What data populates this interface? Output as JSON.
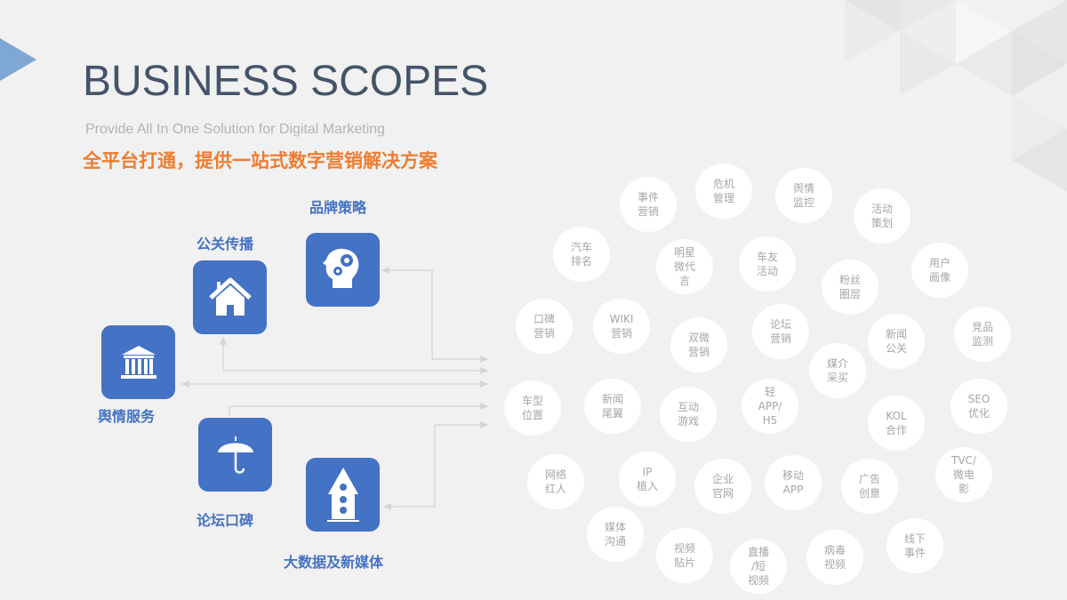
{
  "header": {
    "title": "BUSINESS SCOPES",
    "subtitle": "Provide All In One Solution for Digital Marketing",
    "tagline": "全平台打通，提供一站式数字营销解决方案"
  },
  "colors": {
    "accent": "#4472c4",
    "tagline": "#ee7d31",
    "title": "#44546a",
    "arrow": "#7fa7d4"
  },
  "services": [
    {
      "label": "舆情服务",
      "icon": "bank-icon"
    },
    {
      "label": "公关传播",
      "icon": "house-icon"
    },
    {
      "label": "品牌策略",
      "icon": "head-gears-icon"
    },
    {
      "label": "论坛口碑",
      "icon": "umbrella-icon"
    },
    {
      "label": "大数据及新媒体",
      "icon": "birdhouse-icon"
    }
  ],
  "bubbles": [
    "事件\n营销",
    "危机\n管理",
    "舆情\n监控",
    "活动\n策划",
    "汽车\n排名",
    "明星\n微代\n言",
    "车友\n活动",
    "粉丝\n圈层",
    "用户\n画像",
    "口碑\n营销",
    "WIKI\n营销",
    "双微\n营销",
    "论坛\n营销",
    "新闻\n公关",
    "竞品\n监测",
    "媒介\n采买",
    "车型\n位置",
    "新闻\n尾翼",
    "互动\n游戏",
    "轻\nAPP/\nH5",
    "KOL\n合作",
    "SEO\n优化",
    "网络\n红人",
    "IP\n植入",
    "企业\n官网",
    "移动\nAPP",
    "广告\n创意",
    "TVC/\n微电\n影",
    "媒体\n沟通",
    "视频\n贴片",
    "直播\n/短\n视频",
    "病毒\n视频",
    "线下\n事件"
  ]
}
